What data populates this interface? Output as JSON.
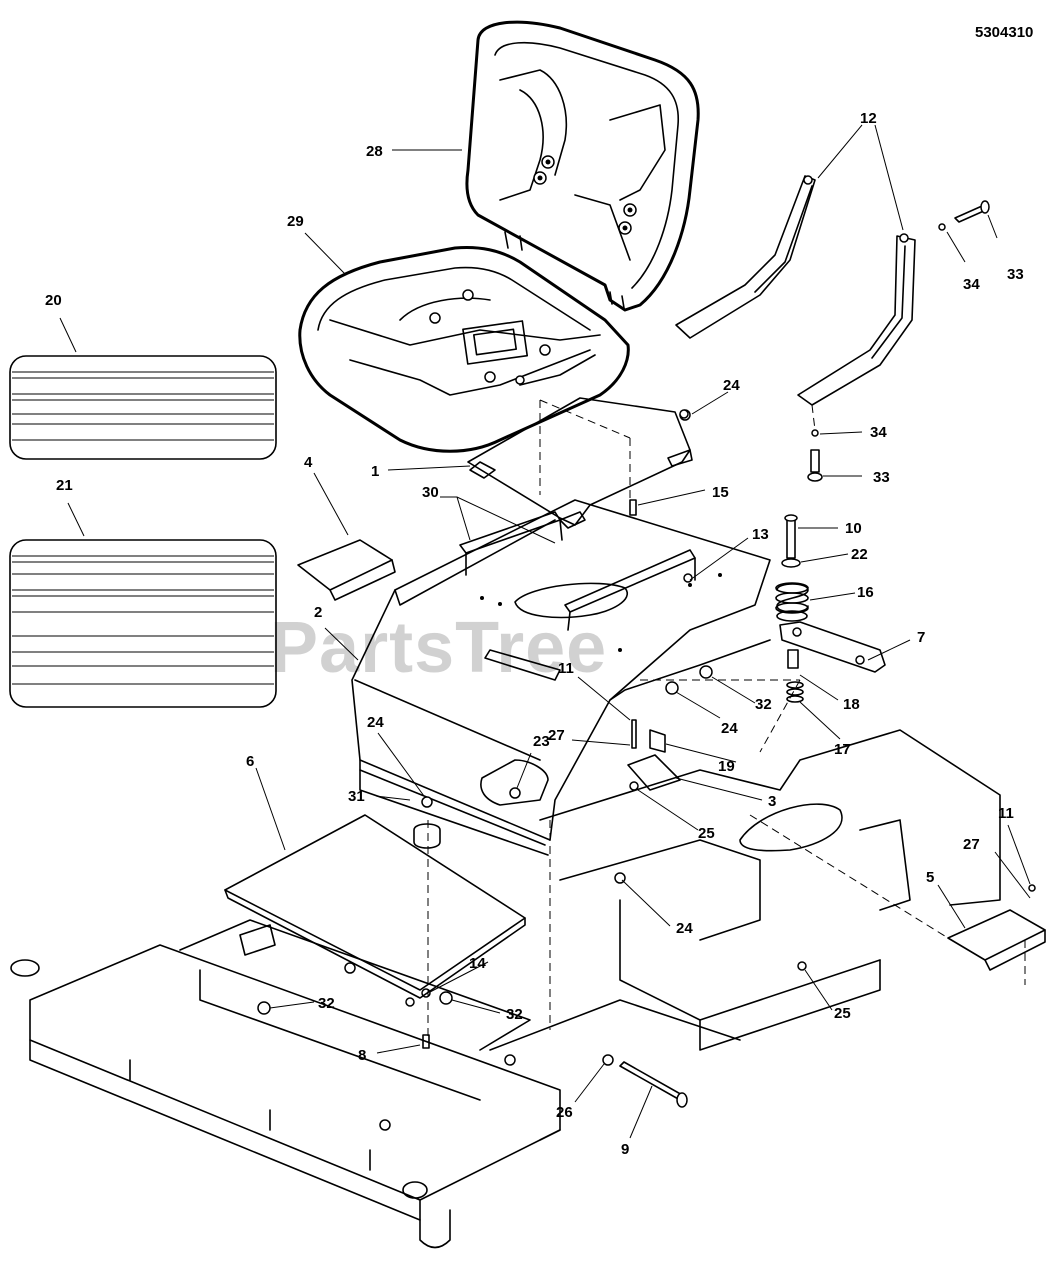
{
  "diagram_code": "5304310",
  "watermark": "PartsTree",
  "callouts": [
    {
      "id": "c28",
      "label": "28"
    },
    {
      "id": "c29",
      "label": "29"
    },
    {
      "id": "c20",
      "label": "20"
    },
    {
      "id": "c21",
      "label": "21"
    },
    {
      "id": "c12",
      "label": "12"
    },
    {
      "id": "c33a",
      "label": "33"
    },
    {
      "id": "c34a",
      "label": "34"
    },
    {
      "id": "c34b",
      "label": "34"
    },
    {
      "id": "c33b",
      "label": "33"
    },
    {
      "id": "c24a",
      "label": "24"
    },
    {
      "id": "c1",
      "label": "1"
    },
    {
      "id": "c15",
      "label": "15"
    },
    {
      "id": "c4",
      "label": "4"
    },
    {
      "id": "c30",
      "label": "30"
    },
    {
      "id": "c13",
      "label": "13"
    },
    {
      "id": "c10",
      "label": "10"
    },
    {
      "id": "c22",
      "label": "22"
    },
    {
      "id": "c16",
      "label": "16"
    },
    {
      "id": "c2",
      "label": "2"
    },
    {
      "id": "c7",
      "label": "7"
    },
    {
      "id": "c11a",
      "label": "11"
    },
    {
      "id": "c32a",
      "label": "32"
    },
    {
      "id": "c18",
      "label": "18"
    },
    {
      "id": "c24b",
      "label": "24"
    },
    {
      "id": "c27a",
      "label": "27"
    },
    {
      "id": "c24c",
      "label": "24"
    },
    {
      "id": "c23",
      "label": "23"
    },
    {
      "id": "c17",
      "label": "17"
    },
    {
      "id": "c19",
      "label": "19"
    },
    {
      "id": "c6",
      "label": "6"
    },
    {
      "id": "c31",
      "label": "31"
    },
    {
      "id": "c3",
      "label": "3"
    },
    {
      "id": "c25a",
      "label": "25"
    },
    {
      "id": "c11b",
      "label": "11"
    },
    {
      "id": "c27b",
      "label": "27"
    },
    {
      "id": "c5",
      "label": "5"
    },
    {
      "id": "c24d",
      "label": "24"
    },
    {
      "id": "c14",
      "label": "14"
    },
    {
      "id": "c25b",
      "label": "25"
    },
    {
      "id": "c32b",
      "label": "32"
    },
    {
      "id": "c32c",
      "label": "32"
    },
    {
      "id": "c8",
      "label": "8"
    },
    {
      "id": "c26",
      "label": "26"
    },
    {
      "id": "c9",
      "label": "9"
    }
  ]
}
